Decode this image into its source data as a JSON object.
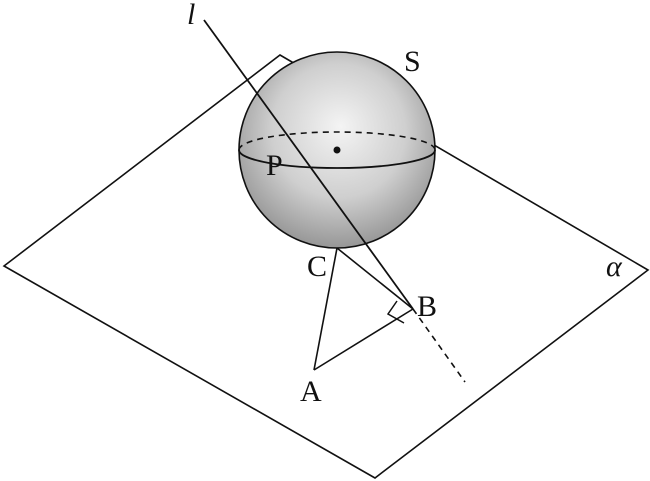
{
  "labels": {
    "line": "l",
    "sphere": "S",
    "point_p": "P",
    "point_c": "C",
    "point_b": "B",
    "point_a": "A",
    "plane": "α"
  },
  "colors": {
    "stroke": "#111111",
    "sphere_highlight": "#f4f4f4",
    "sphere_mid": "#cfcfcf",
    "sphere_shadow": "#8e8e8e"
  }
}
